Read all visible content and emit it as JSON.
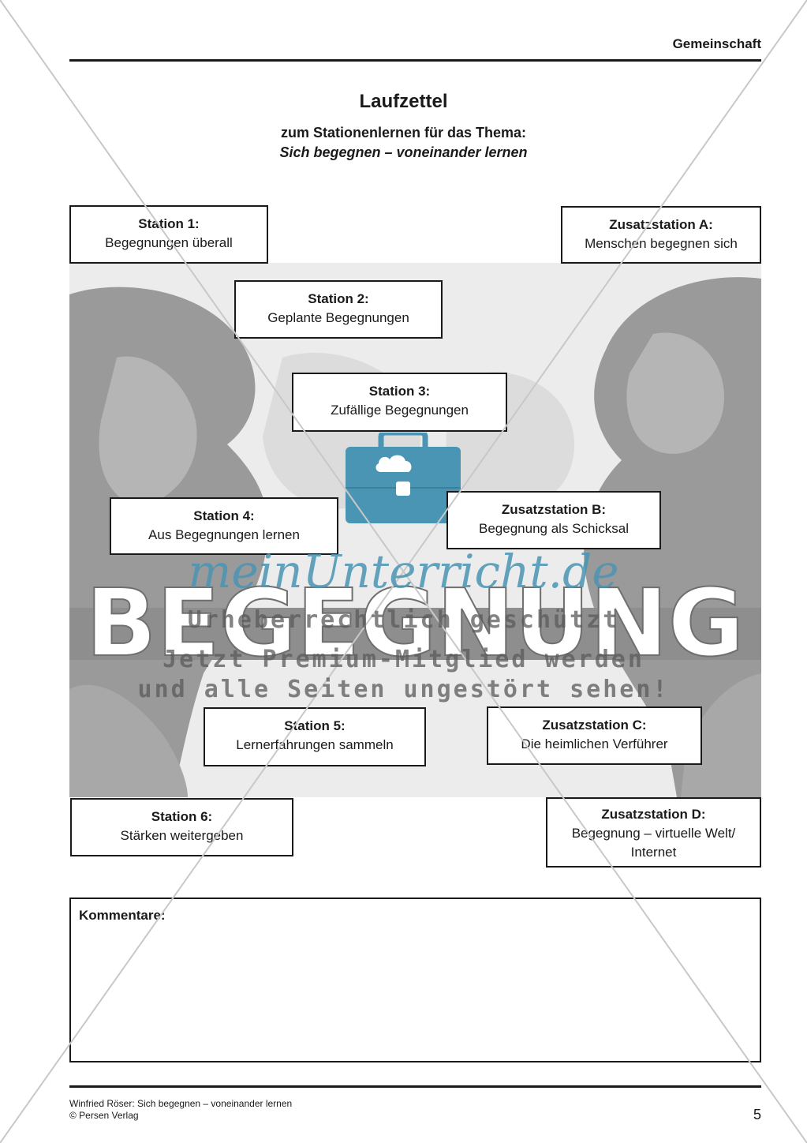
{
  "header": {
    "section": "Gemeinschaft"
  },
  "title": "Laufzettel",
  "subtitle": {
    "line1": "zum Stationenlernen für das Thema:",
    "line2": "Sich begegnen – voneinander lernen"
  },
  "background_word": "BEGEGNUNG",
  "stations": {
    "s1": {
      "title": "Station 1:",
      "desc": "Begegnungen überall"
    },
    "s2": {
      "title": "Station 2:",
      "desc": "Geplante Begegnungen"
    },
    "s3": {
      "title": "Station 3:",
      "desc": "Zufällige Begegnungen"
    },
    "s4": {
      "title": "Station 4:",
      "desc": "Aus Begegnungen lernen"
    },
    "s5": {
      "title": "Station 5:",
      "desc": "Lernerfahrungen sammeln"
    },
    "s6": {
      "title": "Station 6:",
      "desc": "Stärken weitergeben"
    },
    "za": {
      "title": "Zusatzstation A:",
      "desc": "Menschen begegnen sich"
    },
    "zb": {
      "title": "Zusatzstation B:",
      "desc": "Begegnung als Schicksal"
    },
    "zc": {
      "title": "Zusatzstation C:",
      "desc": "Die heimlichen Verführer"
    },
    "zd": {
      "title": "Zusatzstation D:",
      "desc": "Begegnung – virtuelle Welt/",
      "desc2": "Internet"
    }
  },
  "comments": {
    "label": "Kommentare:"
  },
  "footer": {
    "line1": "Winfried Röser: Sich begegnen – voneinander lernen",
    "line2": "© Persen Verlag",
    "page": "5"
  },
  "watermark": {
    "brand": "meinUnterricht.de",
    "line1": "Urheberrechtlich geschützt",
    "line2": "Jetzt Premium-Mitglied werden",
    "line3": "und alle Seiten ungestört sehen!"
  },
  "colors": {
    "watermark_blue": "#4b95b4",
    "silhouette_gray": "#9a9a9a"
  }
}
